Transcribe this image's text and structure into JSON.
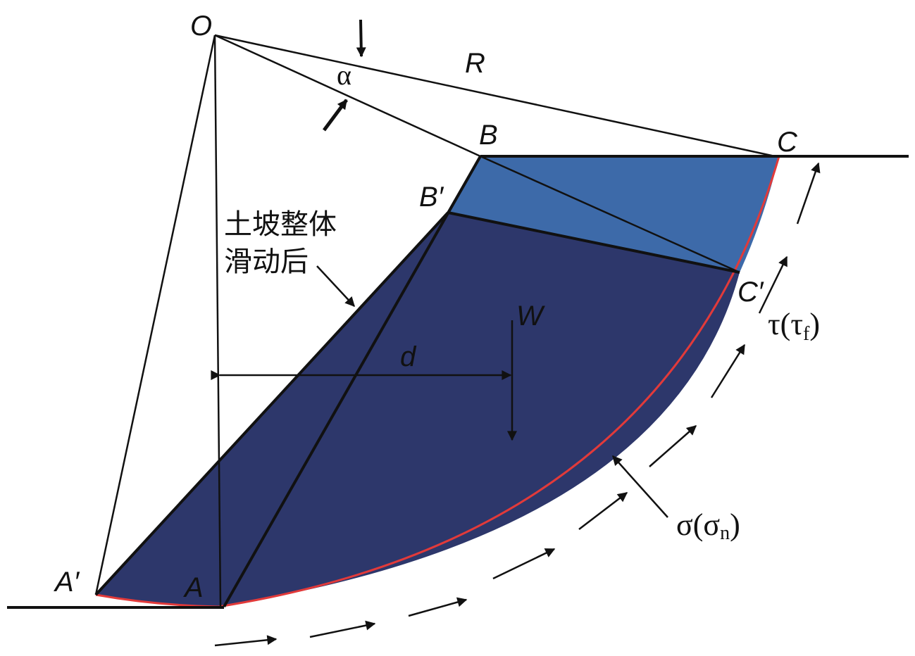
{
  "labels": {
    "O": "O",
    "R": "R",
    "alpha": "α",
    "B": "B",
    "C": "C",
    "B_prime": "B′",
    "C_prime": "C′",
    "A": "A",
    "A_prime": "A′",
    "W": "W",
    "d": "d",
    "tau": "τ(τ",
    "tau_sub": "f",
    "tau_close": ")",
    "sigma": "σ(σ",
    "sigma_sub": "n",
    "sigma_close": ")",
    "annotation_line1": "土坡整体",
    "annotation_line2": "滑动后"
  },
  "colors": {
    "upper_region": "#3d6aa9",
    "lower_region": "#2d376b",
    "slip_surface": "#e23a3a",
    "line": "#111111"
  }
}
